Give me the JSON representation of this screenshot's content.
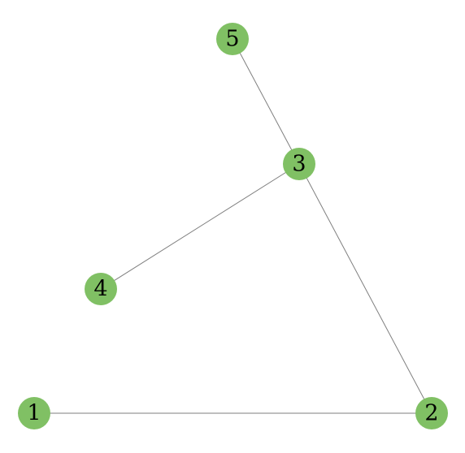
{
  "graph": {
    "node_color": "#80c064",
    "edge_color": "#7f7f7f",
    "nodes": [
      {
        "id": "1",
        "label": "1"
      },
      {
        "id": "2",
        "label": "2"
      },
      {
        "id": "3",
        "label": "3"
      },
      {
        "id": "4",
        "label": "4"
      },
      {
        "id": "5",
        "label": "5"
      }
    ],
    "edges": [
      {
        "source": "1",
        "target": "2"
      },
      {
        "source": "2",
        "target": "3"
      },
      {
        "source": "3",
        "target": "4"
      },
      {
        "source": "3",
        "target": "5"
      }
    ]
  }
}
